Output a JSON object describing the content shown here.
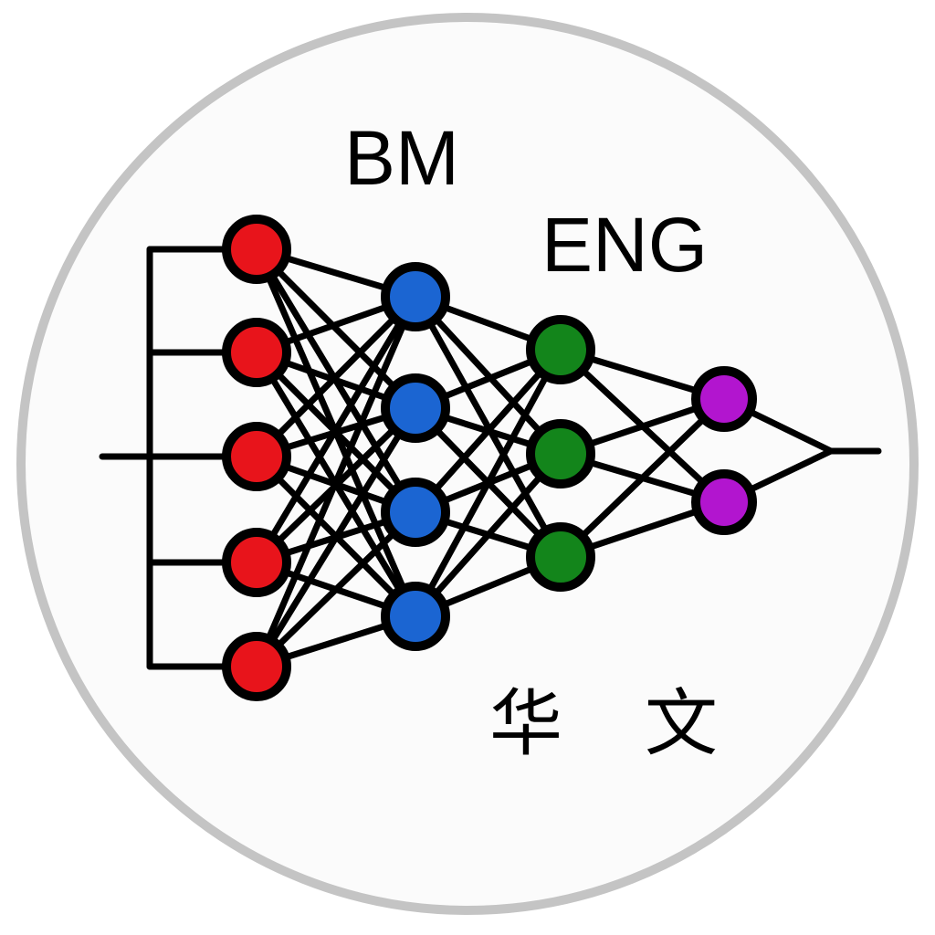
{
  "logo": {
    "labels": {
      "bm": "BM",
      "eng": "ENG",
      "hua": "华",
      "wen": "文"
    },
    "colors": {
      "ring": "#c4c4c4",
      "disc": "#fbfbfb",
      "stroke": "#000000",
      "input_layer": "#e8141b",
      "hidden_layer_1": "#1b65d2",
      "hidden_layer_2": "#13851b",
      "output_layer": "#b215cf"
    },
    "network": {
      "layers": [
        {
          "name": "input",
          "node_count": 5,
          "color_key": "input_layer"
        },
        {
          "name": "hidden-1",
          "node_count": 4,
          "color_key": "hidden_layer_1"
        },
        {
          "name": "hidden-2",
          "node_count": 3,
          "color_key": "hidden_layer_2"
        },
        {
          "name": "output",
          "node_count": 2,
          "color_key": "output_layer"
        }
      ]
    }
  }
}
